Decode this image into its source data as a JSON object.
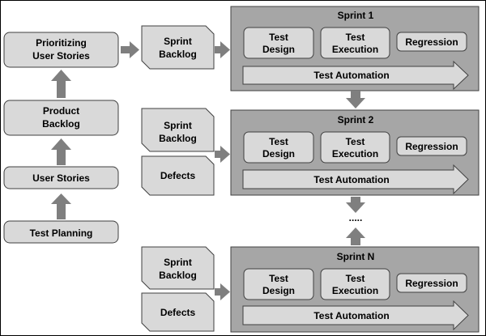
{
  "colors": {
    "box_fill": "#d9d9d9",
    "sprint_panel_fill": "#a6a6a6",
    "arrow_fill": "#7f7f7f",
    "stroke": "#404040"
  },
  "left_flow": {
    "prioritizing": [
      "Prioritizing",
      "User Stories"
    ],
    "product_backlog": [
      "Product",
      "Backlog"
    ],
    "user_stories": "User Stories",
    "test_planning": "Test Planning"
  },
  "inputs": {
    "sprint_backlog": [
      "Sprint",
      "Backlog"
    ],
    "defects": "Defects"
  },
  "sprints": [
    {
      "title": "Sprint 1",
      "test_design": [
        "Test",
        "Design"
      ],
      "test_execution": [
        "Test",
        "Execution"
      ],
      "regression": "Regression",
      "automation": "Test Automation"
    },
    {
      "title": "Sprint 2",
      "test_design": [
        "Test",
        "Design"
      ],
      "test_execution": [
        "Test",
        "Execution"
      ],
      "regression": "Regression",
      "automation": "Test Automation"
    },
    {
      "title": "Sprint N",
      "test_design": [
        "Test",
        "Design"
      ],
      "test_execution": [
        "Test",
        "Execution"
      ],
      "regression": "Regression",
      "automation": "Test Automation"
    }
  ],
  "ellipsis": "....."
}
